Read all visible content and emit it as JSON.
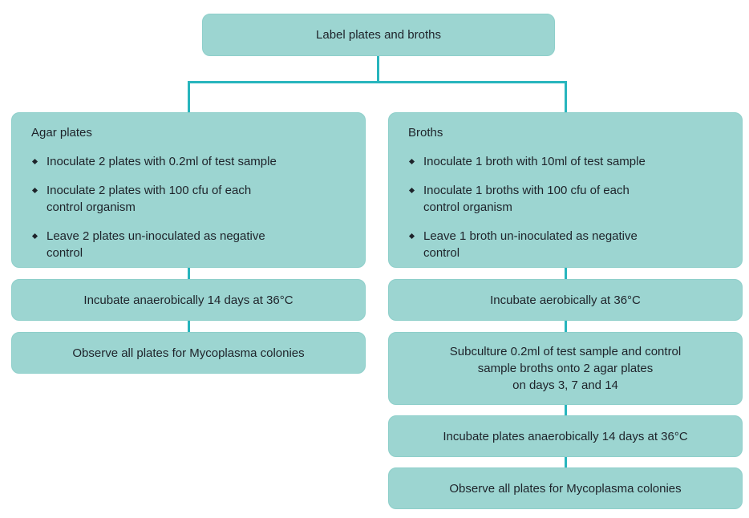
{
  "colors": {
    "background": "#ffffff",
    "box_fill": "#9cd5d1",
    "box_border": "#8ecfca",
    "connector": "#28b5bd",
    "text": "#1e232a"
  },
  "root": {
    "label": "Label plates and broths"
  },
  "left_branch": {
    "title": "Agar plates",
    "bullets": [
      "Inoculate 2 plates with 0.2ml of test sample",
      "Inoculate 2 plates with 100 cfu of each\ncontrol organism",
      "Leave 2 plates un-inoculated as negative\ncontrol"
    ],
    "steps": [
      "Incubate anaerobically 14 days at 36°C",
      "Observe all plates for Mycoplasma colonies"
    ]
  },
  "right_branch": {
    "title": "Broths",
    "bullets": [
      "Inoculate 1 broth with 10ml of test sample",
      "Inoculate 1 broths with 100 cfu of each\ncontrol organism",
      "Leave 1 broth un-inoculated as negative\ncontrol"
    ],
    "steps": [
      "Incubate aerobically at 36°C",
      "Subculture 0.2ml of test sample and control\nsample broths onto 2 agar plates\non days 3, 7 and 14",
      "Incubate plates anaerobically 14 days at 36°C",
      "Observe all plates for Mycoplasma colonies"
    ]
  }
}
